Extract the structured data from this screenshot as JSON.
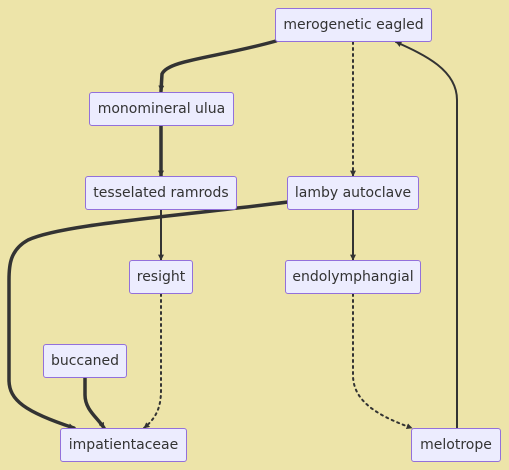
{
  "diagram": {
    "nodes": {
      "merogenetic_eagled": "merogenetic eagled",
      "monomineral_ulua": "monomineral ulua",
      "tesselated_ramrods": "tesselated ramrods",
      "lamby_autoclave": "lamby autoclave",
      "resight": "resight",
      "endolymphangial": "endolymphangial",
      "buccaned": "buccaned",
      "impatientaceae": "impatientaceae",
      "melotrope": "melotrope"
    },
    "edges": [
      {
        "from": "merogenetic_eagled",
        "to": "monomineral_ulua",
        "style": "thick"
      },
      {
        "from": "merogenetic_eagled",
        "to": "lamby_autoclave",
        "style": "dotted"
      },
      {
        "from": "monomineral_ulua",
        "to": "tesselated_ramrods",
        "style": "thick"
      },
      {
        "from": "tesselated_ramrods",
        "to": "resight",
        "style": "normal"
      },
      {
        "from": "lamby_autoclave",
        "to": "impatientaceae",
        "style": "thick"
      },
      {
        "from": "lamby_autoclave",
        "to": "endolymphangial",
        "style": "normal"
      },
      {
        "from": "resight",
        "to": "impatientaceae",
        "style": "dotted"
      },
      {
        "from": "buccaned",
        "to": "impatientaceae",
        "style": "thick"
      },
      {
        "from": "endolymphangial",
        "to": "melotrope",
        "style": "dotted"
      },
      {
        "from": "melotrope",
        "to": "merogenetic_eagled",
        "style": "normal"
      }
    ]
  }
}
